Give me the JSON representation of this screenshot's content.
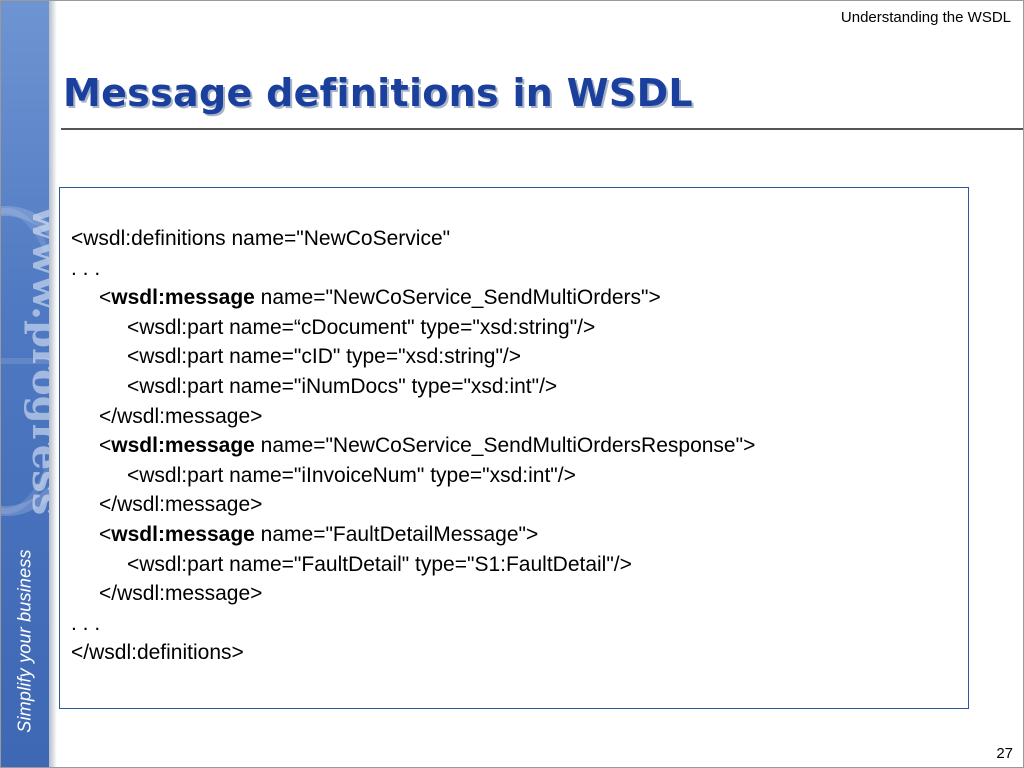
{
  "header": {
    "text": "Understanding the WSDL"
  },
  "title": "Message definitions in WSDL",
  "sidebar": {
    "tagline": "Simplify your business",
    "watermark": "www.progress"
  },
  "code": {
    "lines": [
      {
        "indent": 0,
        "pre": "<wsdl:definitions name=\"NewCoService\"",
        "bold": "",
        "post": ""
      },
      {
        "indent": 0,
        "pre": ". . .",
        "bold": "",
        "post": ""
      },
      {
        "indent": 1,
        "pre": "<",
        "bold": "wsdl:message",
        "post": " name=\"NewCoService_SendMultiOrders\">"
      },
      {
        "indent": 2,
        "pre": "<wsdl:part name=“cDocument\" type=\"xsd:string\"/>",
        "bold": "",
        "post": ""
      },
      {
        "indent": 2,
        "pre": "<wsdl:part name=\"cID\" type=\"xsd:string\"/>",
        "bold": "",
        "post": ""
      },
      {
        "indent": 2,
        "pre": "<wsdl:part name=\"iNumDocs\" type=\"xsd:int\"/>",
        "bold": "",
        "post": ""
      },
      {
        "indent": 1,
        "pre": "</wsdl:message>",
        "bold": "",
        "post": ""
      },
      {
        "indent": 1,
        "pre": "<",
        "bold": "wsdl:message",
        "post": " name=\"NewCoService_SendMultiOrdersResponse\">"
      },
      {
        "indent": 2,
        "pre": "<wsdl:part name=\"iInvoiceNum\" type=\"xsd:int\"/>",
        "bold": "",
        "post": ""
      },
      {
        "indent": 1,
        "pre": "</wsdl:message>",
        "bold": "",
        "post": ""
      },
      {
        "indent": 1,
        "pre": "<",
        "bold": "wsdl:message",
        "post": " name=\"FaultDetailMessage\">"
      },
      {
        "indent": 2,
        "pre": "<wsdl:part name=\"FaultDetail\" type=\"S1:FaultDetail\"/>",
        "bold": "",
        "post": ""
      },
      {
        "indent": 1,
        "pre": "</wsdl:message>",
        "bold": "",
        "post": ""
      },
      {
        "indent": 0,
        "pre": ". . .",
        "bold": "",
        "post": ""
      },
      {
        "indent": 0,
        "pre": "</wsdl:definitions>",
        "bold": "",
        "post": ""
      }
    ]
  },
  "footer": {
    "page_number": "27"
  }
}
